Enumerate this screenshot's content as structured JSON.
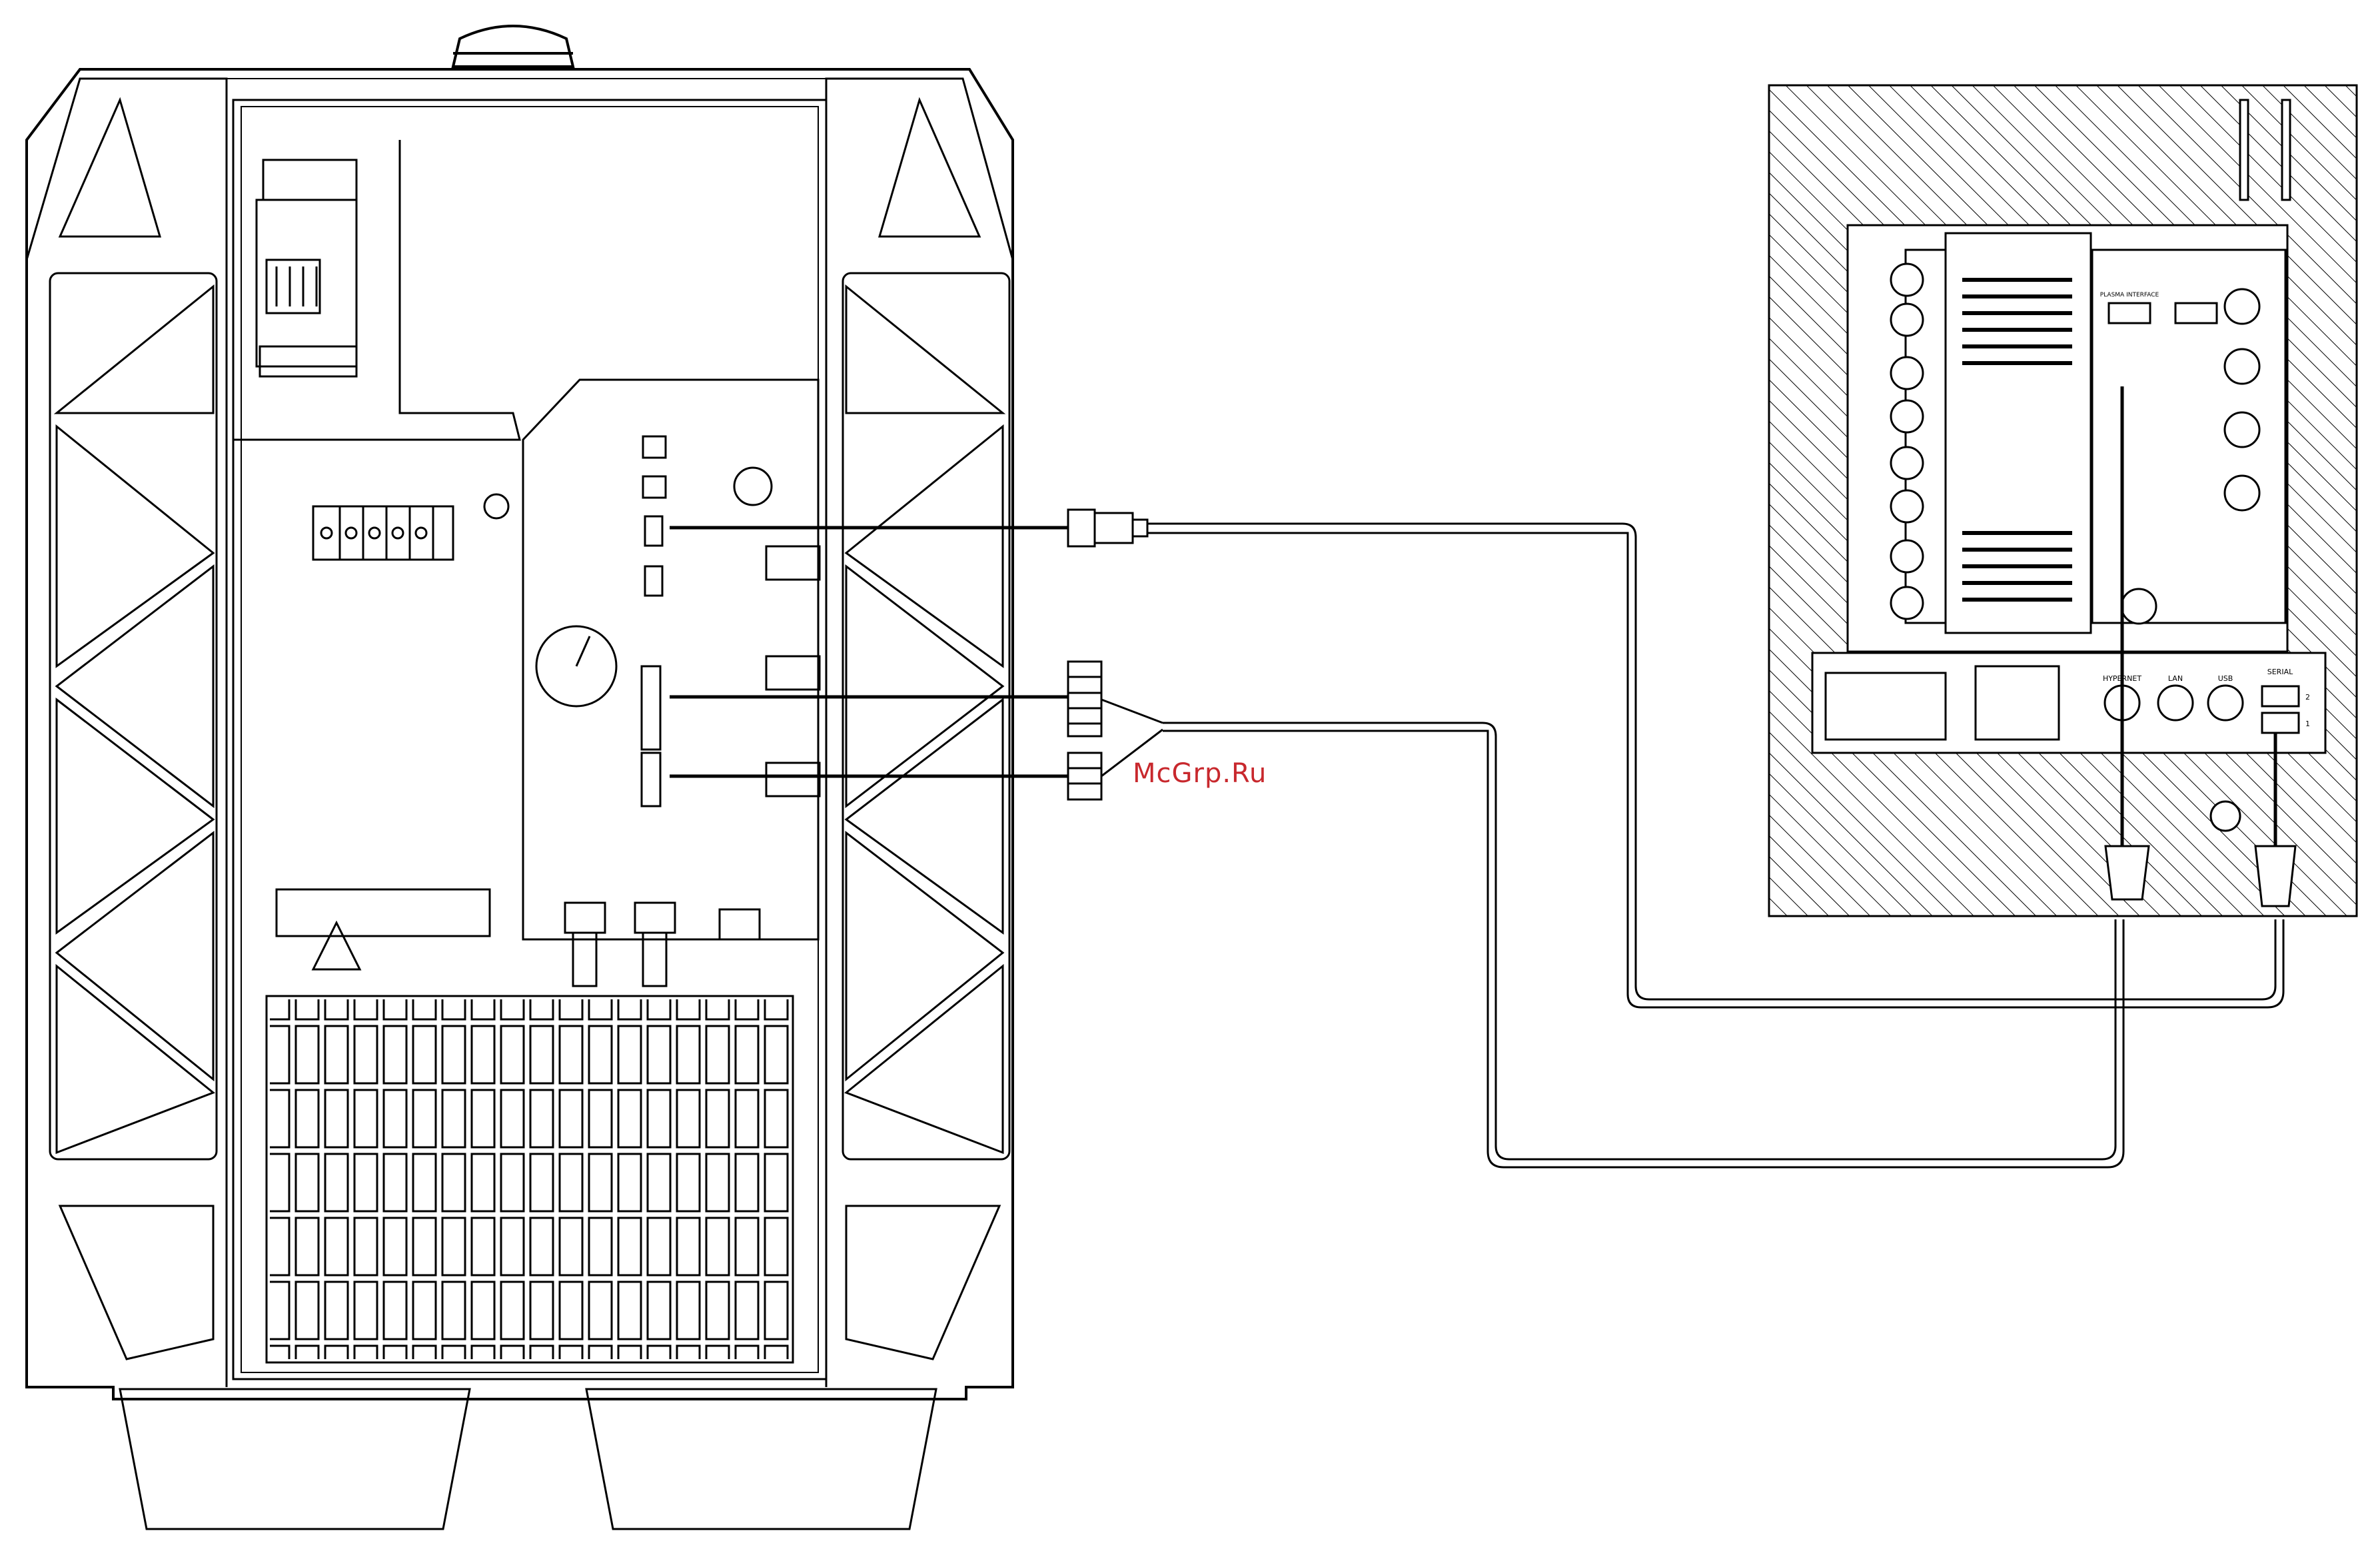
{
  "watermark": "McGrp.Ru",
  "cnc_panel": {
    "labels": {
      "plasma_interface": "PLASMA INTERFACE",
      "hypernet": "HYPERNET",
      "lan": "LAN",
      "usb": "USB",
      "serial": "SERIAL",
      "serial_port_2": "2",
      "serial_port_1": "1"
    }
  },
  "colors": {
    "line": "#000000",
    "hatch": "#000000",
    "watermark": "#c8282d"
  }
}
